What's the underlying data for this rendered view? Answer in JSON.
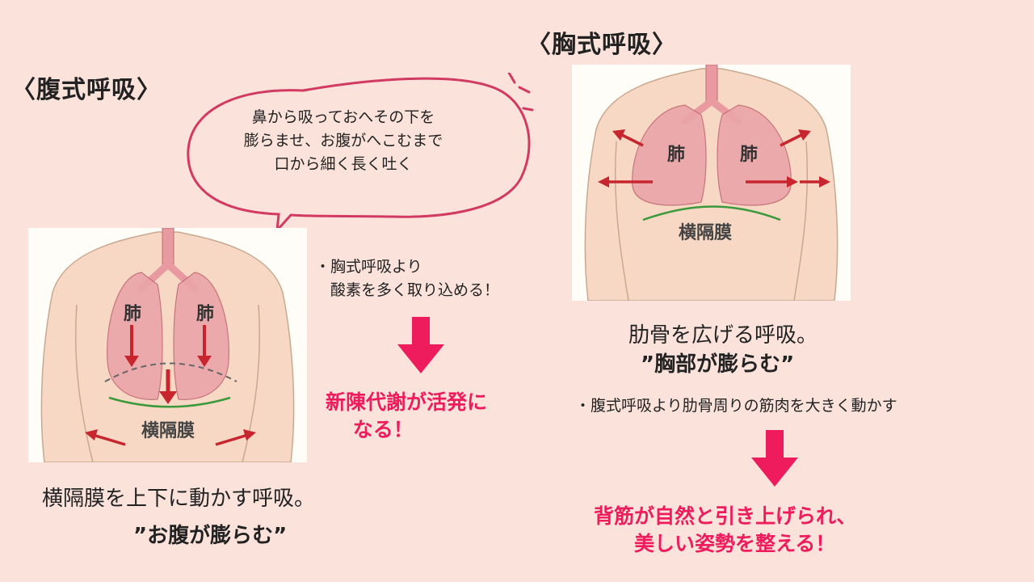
{
  "abdominal": {
    "title": "〈腹式呼吸〉",
    "bubble": "鼻から吸っておへその下を\n膨らませ、お腹がへこむまで\n口から細く長く吐く",
    "lung_left": "肺",
    "lung_right": "肺",
    "diaphragm": "横隔膜",
    "caption": "横隔膜を上下に動かす呼吸。",
    "caption_bold": "”お腹が膨らむ”",
    "note": "・胸式呼吸より\n　酸素を多く取り込める！",
    "result": "新陳代謝が活発に\n　 なる！"
  },
  "thoracic": {
    "title": "〈胸式呼吸〉",
    "lung_left": "肺",
    "lung_right": "肺",
    "diaphragm": "横隔膜",
    "caption": "肋骨を広げる呼吸。",
    "caption_bold": "”胸部が膨らむ”",
    "note": "・腹式呼吸より肋骨周りの筋肉を大きく動かす",
    "result": "背筋が自然と引き上げられ、\n　　美しい姿勢を整える！"
  },
  "colors": {
    "background": "#fbe3dc",
    "accent": "#ee1c5c",
    "bubble_stroke": "#d23a62",
    "arrow": "#c8262e",
    "lung": "#e89aa0",
    "diaphragm": "#3a9a3a",
    "skin": "#f7d8c4"
  }
}
